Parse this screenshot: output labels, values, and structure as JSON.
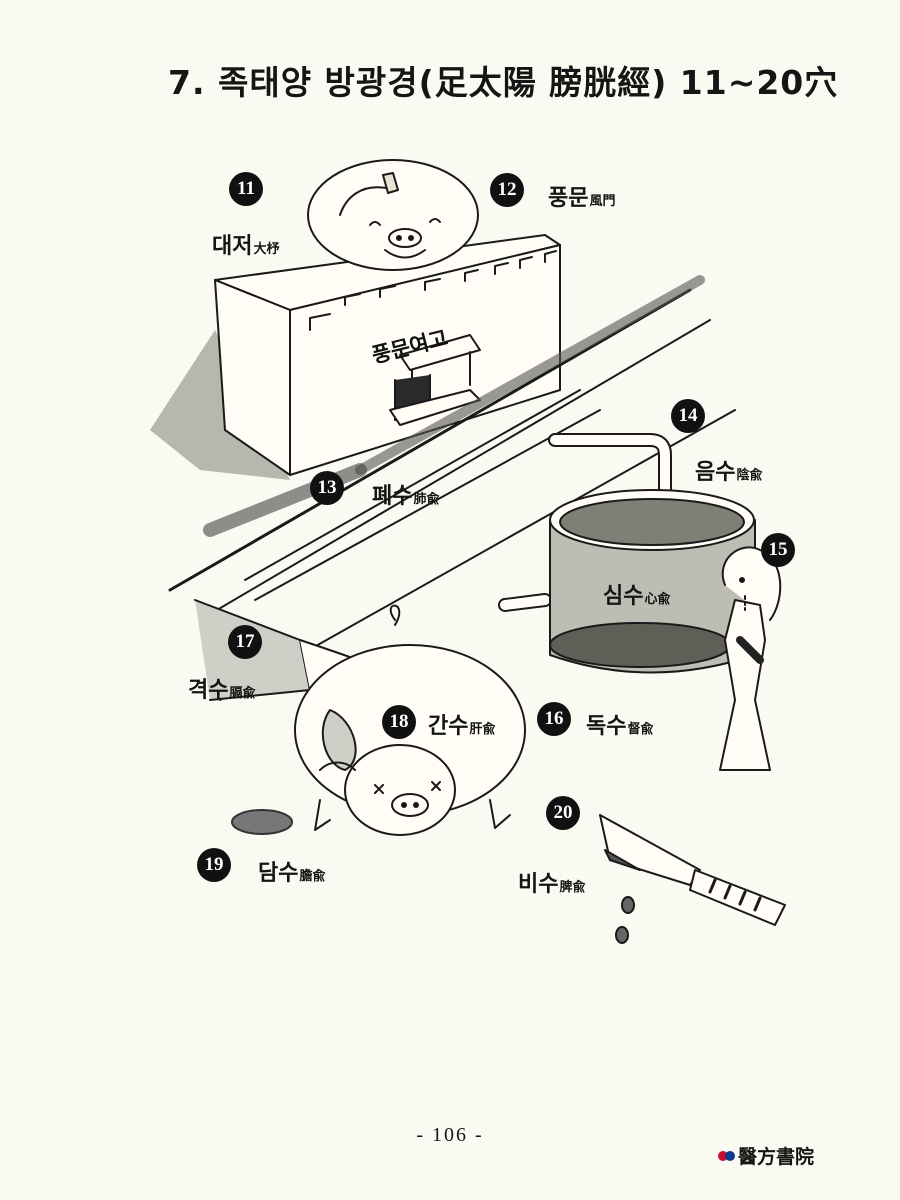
{
  "page": {
    "title": "7. 족태양 방광경(足太陽 膀胱經) 11~20穴",
    "page_number": "- 106 -",
    "publisher": "醫方書院",
    "publisher_dot_colors": [
      "#c8102e",
      "#0b3a8c"
    ]
  },
  "illustration": {
    "building_sign": "풍문여고"
  },
  "points": [
    {
      "num": "11",
      "name": "대저",
      "hanja": "大杼"
    },
    {
      "num": "12",
      "name": "풍문",
      "hanja": "風門"
    },
    {
      "num": "13",
      "name": "폐수",
      "hanja": "肺兪"
    },
    {
      "num": "14",
      "name": "음수",
      "hanja": "陰兪"
    },
    {
      "num": "15",
      "name": "심수",
      "hanja": "心兪"
    },
    {
      "num": "16",
      "name": "독수",
      "hanja": "督兪"
    },
    {
      "num": "17",
      "name": "격수",
      "hanja": "膈兪"
    },
    {
      "num": "18",
      "name": "간수",
      "hanja": "肝兪"
    },
    {
      "num": "19",
      "name": "담수",
      "hanja": "膽兪"
    },
    {
      "num": "20",
      "name": "비수",
      "hanja": "脾兪"
    }
  ]
}
